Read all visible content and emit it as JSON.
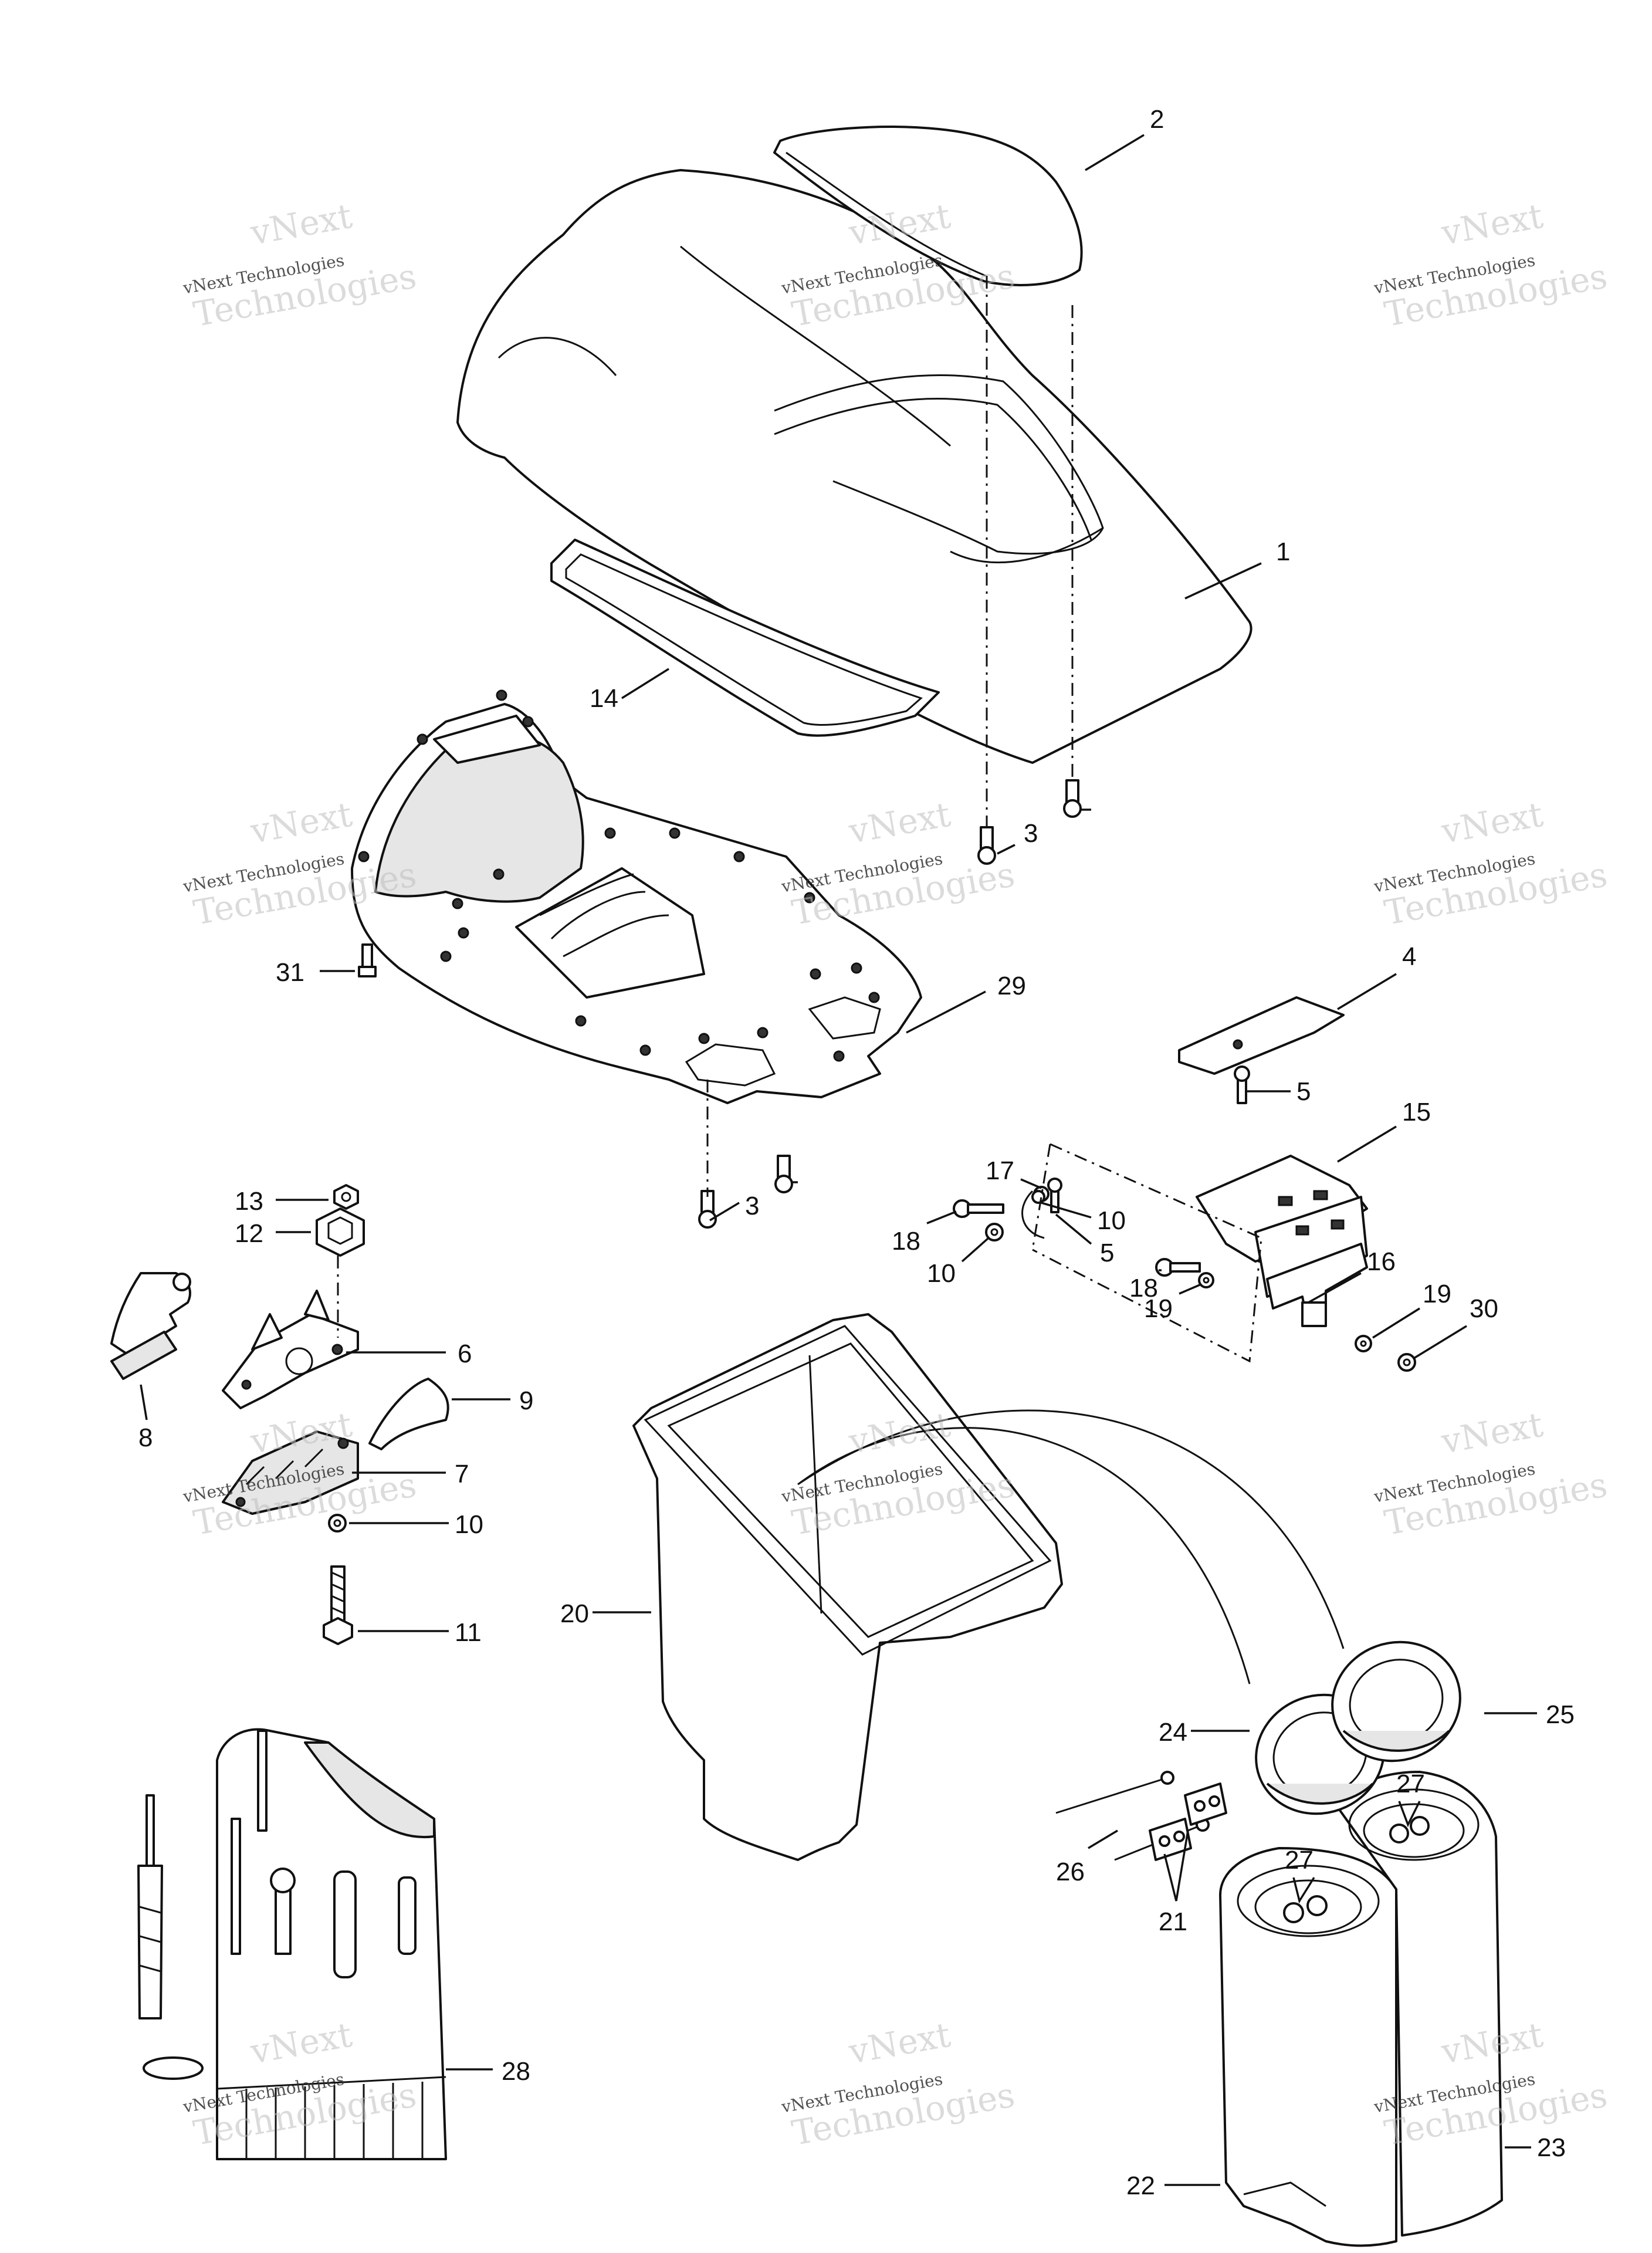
{
  "watermark": {
    "line1": "vNext",
    "line2": "vNext Technologies",
    "line3": "Technologies"
  },
  "callouts": [
    {
      "id": "c1",
      "label": "1"
    },
    {
      "id": "c2",
      "label": "2"
    },
    {
      "id": "c3a",
      "label": "3"
    },
    {
      "id": "c3b",
      "label": "3"
    },
    {
      "id": "c4",
      "label": "4"
    },
    {
      "id": "c5a",
      "label": "5"
    },
    {
      "id": "c5b",
      "label": "5"
    },
    {
      "id": "c6",
      "label": "6"
    },
    {
      "id": "c7",
      "label": "7"
    },
    {
      "id": "c8",
      "label": "8"
    },
    {
      "id": "c9",
      "label": "9"
    },
    {
      "id": "c10a",
      "label": "10"
    },
    {
      "id": "c10b",
      "label": "10"
    },
    {
      "id": "c10c",
      "label": "10"
    },
    {
      "id": "c11",
      "label": "11"
    },
    {
      "id": "c12",
      "label": "12"
    },
    {
      "id": "c13",
      "label": "13"
    },
    {
      "id": "c14",
      "label": "14"
    },
    {
      "id": "c15",
      "label": "15"
    },
    {
      "id": "c16",
      "label": "16"
    },
    {
      "id": "c17",
      "label": "17"
    },
    {
      "id": "c18a",
      "label": "18"
    },
    {
      "id": "c18b",
      "label": "18"
    },
    {
      "id": "c19a",
      "label": "19"
    },
    {
      "id": "c19b",
      "label": "19"
    },
    {
      "id": "c20",
      "label": "20"
    },
    {
      "id": "c21",
      "label": "21"
    },
    {
      "id": "c22",
      "label": "22"
    },
    {
      "id": "c23",
      "label": "23"
    },
    {
      "id": "c24",
      "label": "24"
    },
    {
      "id": "c25",
      "label": "25"
    },
    {
      "id": "c26",
      "label": "26"
    },
    {
      "id": "c27a",
      "label": "27"
    },
    {
      "id": "c27b",
      "label": "27"
    },
    {
      "id": "c28",
      "label": "28"
    },
    {
      "id": "c29",
      "label": "29"
    },
    {
      "id": "c30",
      "label": "30"
    },
    {
      "id": "c31",
      "label": "31"
    }
  ]
}
